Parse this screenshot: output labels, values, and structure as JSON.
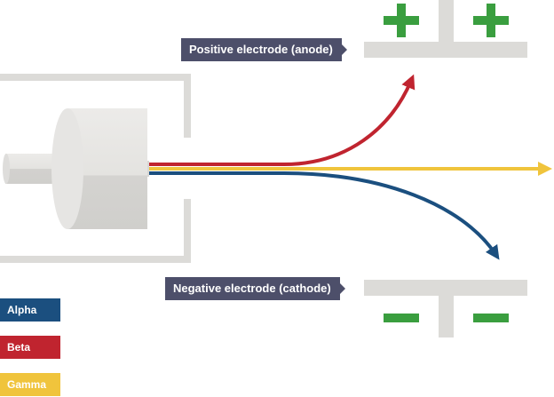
{
  "labels": {
    "anode": "Positive electrode (anode)",
    "cathode": "Negative electrode (cathode)"
  },
  "legend": [
    {
      "name": "Alpha",
      "color": "#1b4f7f"
    },
    {
      "name": "Beta",
      "color": "#c0242f"
    },
    {
      "name": "Gamma",
      "color": "#f0c43c"
    }
  ],
  "colors": {
    "alpha": "#1b4f7f",
    "beta": "#c0242f",
    "gamma": "#f0c43c",
    "plus_sign": "#3a9e3f",
    "minus_sign": "#3a9e3f",
    "electrode": "#dcdbd8",
    "callout_bg": "#4d4f6a"
  },
  "icons": {
    "anode_signs": "plus-icon",
    "cathode_signs": "minus-icon"
  }
}
